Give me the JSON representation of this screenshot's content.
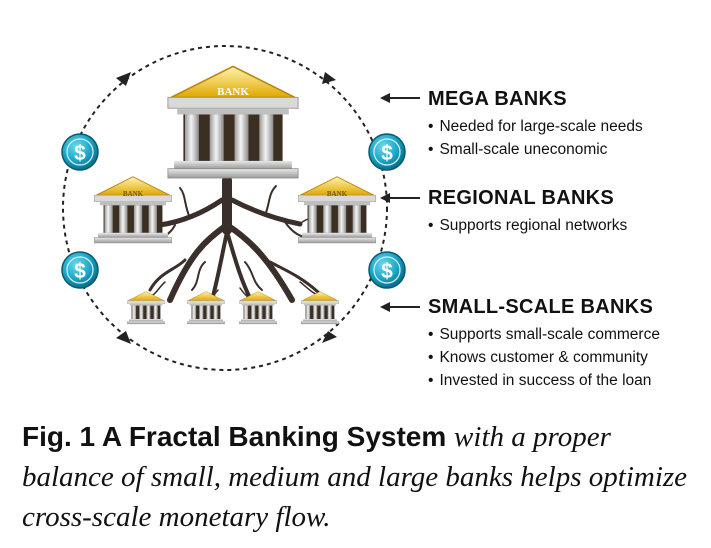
{
  "bank_sign": "BANK",
  "icons": [
    "dollar-coin-icon",
    "bank-building-icon",
    "arrow-left-icon"
  ],
  "colors": {
    "coin": "#1aa6c8",
    "coin_dark": "#0a6f8a",
    "roof_gold": "#f1c232",
    "column": "#d9d9d9",
    "tree": "#3a2f2a"
  },
  "tiers": [
    {
      "title": "MEGA BANKS",
      "bullets": [
        "Needed for large-scale needs",
        "Small-scale uneconomic"
      ]
    },
    {
      "title": "REGIONAL BANKS",
      "bullets": [
        "Supports regional networks"
      ]
    },
    {
      "title": "SMALL-SCALE BANKS",
      "bullets": [
        "Supports small-scale commerce",
        "Knows customer & community",
        "Invested in success of the loan"
      ]
    }
  ],
  "caption": {
    "bold": "Fig. 1 A Fractal Banking System",
    "italic": "with a proper balance of small, medium and large banks helps optimize cross-scale monetary flow."
  }
}
